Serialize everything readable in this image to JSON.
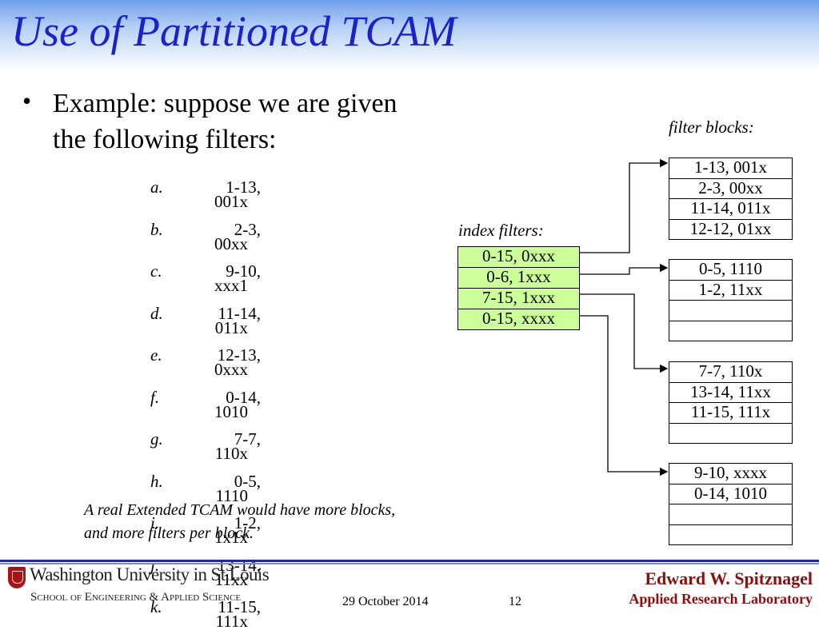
{
  "slide": {
    "title": "Use of Partitioned TCAM",
    "bullet_symbol": "•",
    "bullet_line1": "Example: suppose we are given",
    "bullet_line2": "the following filters:"
  },
  "filters": [
    {
      "letter": "a.",
      "range": "1-13,",
      "mask": "001x"
    },
    {
      "letter": "b.",
      "range": "2-3,",
      "mask": "00xx"
    },
    {
      "letter": "c.",
      "range": "9-10,",
      "mask": "xxx1"
    },
    {
      "letter": "d.",
      "range": "11-14,",
      "mask": "011x"
    },
    {
      "letter": "e.",
      "range": "12-13,",
      "mask": "0xxx"
    },
    {
      "letter": "f.",
      "range": "0-14,",
      "mask": "1010"
    },
    {
      "letter": "g.",
      "range": "7-7,",
      "mask": "110x"
    },
    {
      "letter": "h.",
      "range": "0-5,",
      "mask": "1110"
    },
    {
      "letter": "i.",
      "range": "1-2,",
      "mask": "1x1x"
    },
    {
      "letter": "j.",
      "range": "13-14,",
      "mask": "11xx"
    },
    {
      "letter": "k.",
      "range": "11-15,",
      "mask": "111x"
    }
  ],
  "diagram": {
    "index_label": "index filters:",
    "blocks_label": "filter blocks:",
    "index_filters": [
      "0-15, 0xxx",
      "0-6, 1xxx",
      "7-15, 1xxx",
      "0-15, xxxx"
    ],
    "blocks": [
      [
        "1-13, 001x",
        "2-3, 00xx",
        "11-14, 011x",
        "12-12, 01xx"
      ],
      [
        "0-5, 1110",
        "1-2, 11xx",
        "",
        ""
      ],
      [
        "7-7, 110x",
        "13-14, 11xx",
        "11-15, 111x",
        ""
      ],
      [
        "9-10, xxxx",
        "0-14, 1010",
        "",
        ""
      ]
    ]
  },
  "note": {
    "line1": "A real Extended TCAM would have more blocks,",
    "line2": "and more filters per block."
  },
  "footer": {
    "university": "Washington University in St.Louis",
    "school": "School of Engineering & Applied Science",
    "date": "29 October 2014",
    "page": "12",
    "author": "Edward W. Spitznagel",
    "lab": "Applied Research Laboratory"
  },
  "colors": {
    "title": "#1a22c8",
    "index_cell_fill": "#ccff99",
    "footer_text": "#8a1010",
    "footer_rule": "#222a9a"
  }
}
